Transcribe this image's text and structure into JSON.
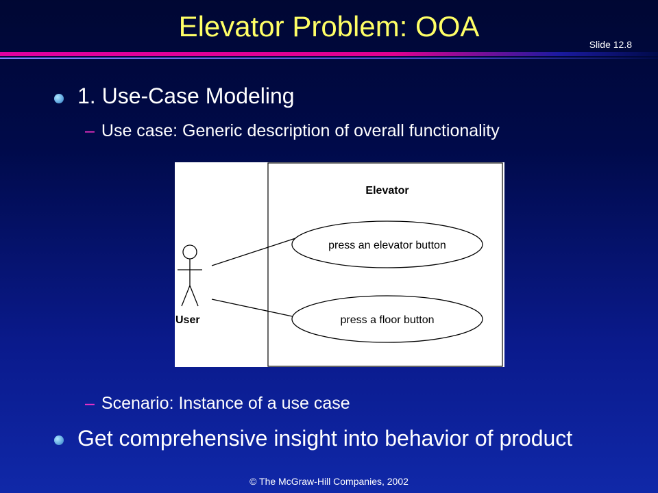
{
  "title": "Elevator Problem: OOA",
  "slide_number": "Slide 12.8",
  "bullets": [
    {
      "text": "1.  Use-Case Modeling",
      "subs": [
        {
          "dash": "–",
          "text": "Use case: Generic description of overall functionality"
        },
        {
          "dash": "–",
          "text": "Scenario: Instance of a use case"
        }
      ]
    },
    {
      "text": "Get comprehensive insight into behavior of product"
    }
  ],
  "diagram": {
    "system_label": "Elevator",
    "actor_label": "User",
    "use_cases": [
      "press an elevator button",
      "press a floor button"
    ]
  },
  "footer": "© The McGraw-Hill Companies, 2002"
}
